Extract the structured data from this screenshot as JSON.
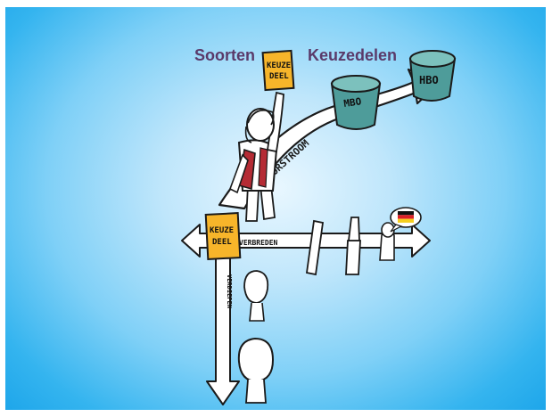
{
  "slide": {
    "title_left": "Soorten",
    "title_right": "Keuzedelen"
  },
  "drawing": {
    "book_top_line1": "KEUZE",
    "book_top_line2": "DEEL",
    "book_bottom_line1": "KEUZE",
    "book_bottom_line2": "DEEL",
    "mbo_label": "MBO",
    "hbo_label": "HBO",
    "arrow_up_label": "DOORSTROOM",
    "arrow_horizontal_label": "VERBREDEN",
    "arrow_vertical_label": "VERDIEPEN"
  },
  "colors": {
    "book": "#f7b52a",
    "barrel": "#4e9c9a",
    "backpack": "#b52b34",
    "title": "#5a3a6a"
  },
  "icons": [
    "german-flag-icon",
    "person-icon",
    "book-icon",
    "barrel-icon"
  ]
}
